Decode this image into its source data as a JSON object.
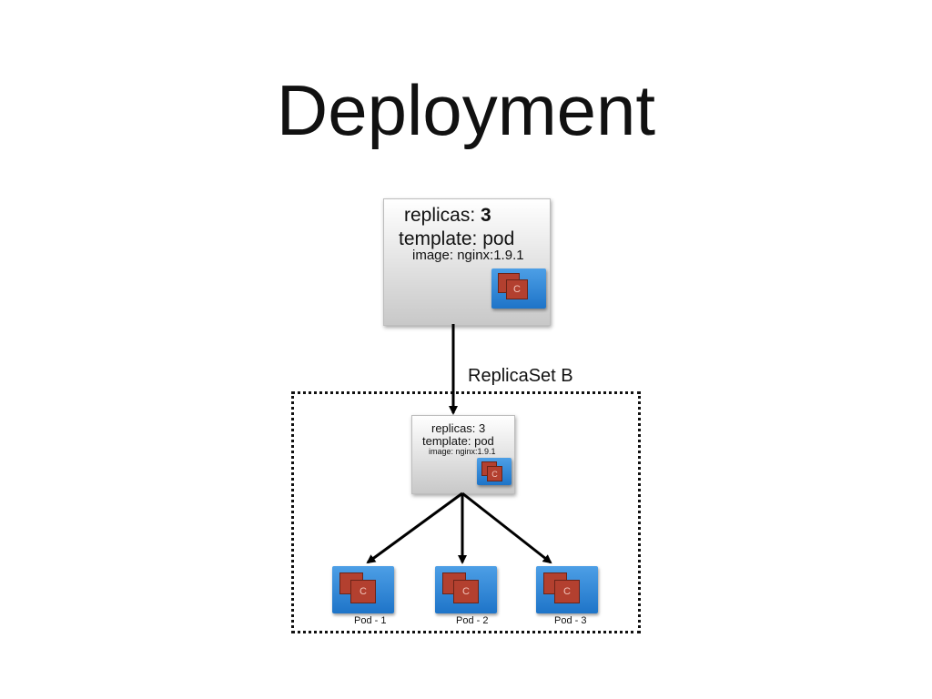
{
  "title": "Deployment",
  "deployment": {
    "replicas_label": "replicas:",
    "replicas_value": "3",
    "template_label": "template: pod",
    "image_label": "image: nginx:1.9.1",
    "container_letter": "C"
  },
  "replicaset": {
    "name": "ReplicaSet B",
    "replicas_label": "replicas: 3",
    "template_label": "template: pod",
    "image_label": "image: nginx:1.9.1",
    "container_letter": "C"
  },
  "pods": [
    {
      "label": "Pod - 1",
      "container_letter": "C"
    },
    {
      "label": "Pod - 2",
      "container_letter": "C"
    },
    {
      "label": "Pod - 3",
      "container_letter": "C"
    }
  ],
  "colors": {
    "pod_blue": "#2f86d6",
    "container_red": "#b3402f",
    "arrow": "#000000"
  }
}
